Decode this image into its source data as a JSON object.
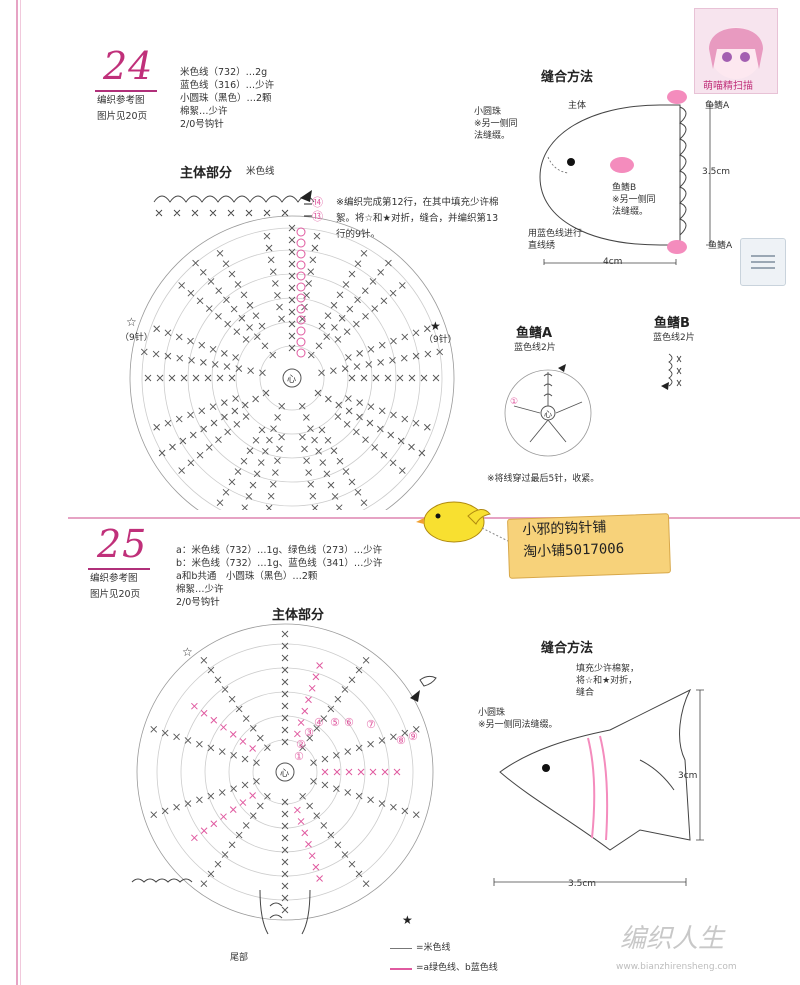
{
  "pattern24": {
    "number": "24",
    "ref_title": "编织参考图",
    "ref_page": "图片见20页",
    "materials": [
      "米色线（732）…2g",
      "蓝色线（316）…少许",
      "小圆珠（黑色）…2颗",
      "棉絮…少许",
      "2/0号钩针"
    ],
    "main_title": "主体部分",
    "main_color": "米色线",
    "main_note": "※编织完成第12行，在其中填充少许棉絮。将☆和★对折，缝合，并编织第13行的9针。",
    "row14": "⑭",
    "row13": "⑬",
    "left_star_label": "（9针）",
    "right_star_label": "（9针）",
    "center": "心",
    "sewing_title": "缝合方法",
    "sew_body": "主体",
    "sew_bead": "小圆珠\n※另一侧同\n法缝缀。",
    "sew_fin_a_top": "鱼鳍A",
    "sew_fin_b": "鱼鳍B\n※另一侧同\n法缝缀。",
    "sew_blue": "用蓝色线进行\n直线绣",
    "sew_fin_a_bottom": "鱼鳍A",
    "dim_height": "3.5cm",
    "dim_width": "4cm",
    "fin_a_title": "鱼鳍A",
    "fin_a_sub": "蓝色线2片",
    "fin_b_title": "鱼鳍B",
    "fin_b_sub": "蓝色线2片",
    "fin_a_row": "①",
    "fin_note": "※将线穿过最后5针，收紧。"
  },
  "pattern25": {
    "number": "25",
    "ref_title": "编织参考图",
    "ref_page": "图片见20页",
    "materials": [
      "a：米色线（732）…1g、绿色线（273）…少许",
      "b：米色线（732）…1g、蓝色线（341）…少许",
      "a和b共通　小圆珠（黑色）…2颗",
      "棉絮…少许",
      "2/0号钩针"
    ],
    "main_title": "主体部分",
    "center": "心",
    "rows": [
      "①",
      "②",
      "③",
      "④",
      "⑤",
      "⑥",
      "⑦",
      "⑧",
      "⑨"
    ],
    "tail_label": "尾部",
    "sewing_title": "缝合方法",
    "sew_fill": "填充少许棉絮，\n将☆和★对折，\n缝合",
    "sew_bead": "小圆珠\n※另一侧同法缝缀。",
    "dim_height": "3cm",
    "dim_width": "3.5cm",
    "legend_beige": "=米色线",
    "legend_color": "=a绿色线、b蓝色线"
  },
  "shop_tag": [
    "小邪的钩针铺",
    "淘小铺5017006"
  ],
  "watermark_avatar": "萌喵精扫描",
  "watermark_logo": "编织人生",
  "watermark_url": "www.bianzhirensheng.com",
  "colors": {
    "pink": "#e05aa0",
    "margin": "#e6a3c4",
    "grid": "#999999",
    "number": "#c0307a"
  }
}
